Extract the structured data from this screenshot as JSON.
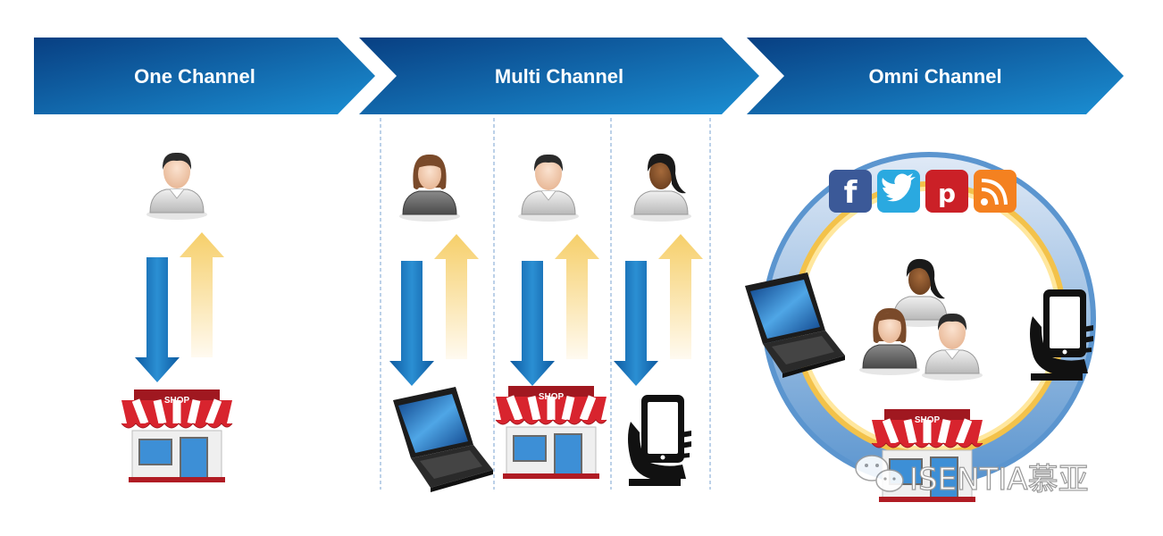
{
  "headers": [
    {
      "label": "One Channel"
    },
    {
      "label": "Multi Channel"
    },
    {
      "label": "Omni Channel"
    }
  ],
  "shop_sign": "SHOP",
  "social_icons": [
    {
      "name": "facebook-icon",
      "color": "#3b5998"
    },
    {
      "name": "twitter-icon",
      "color": "#2aa9e0"
    },
    {
      "name": "pinterest-icon",
      "color": "#cb2027"
    },
    {
      "name": "rss-icon",
      "color": "#f48120"
    }
  ],
  "watermark": "ISENTIA慕亚",
  "colors": {
    "header_dark": "#0b4a8e",
    "header_light": "#1a8bd0",
    "arrow_down": "#1f73b8",
    "arrow_up": "#f7d98a",
    "ring_outer": "#5b95cf",
    "ring_inner": "#f3c24a",
    "shop_red": "#c8202a"
  }
}
